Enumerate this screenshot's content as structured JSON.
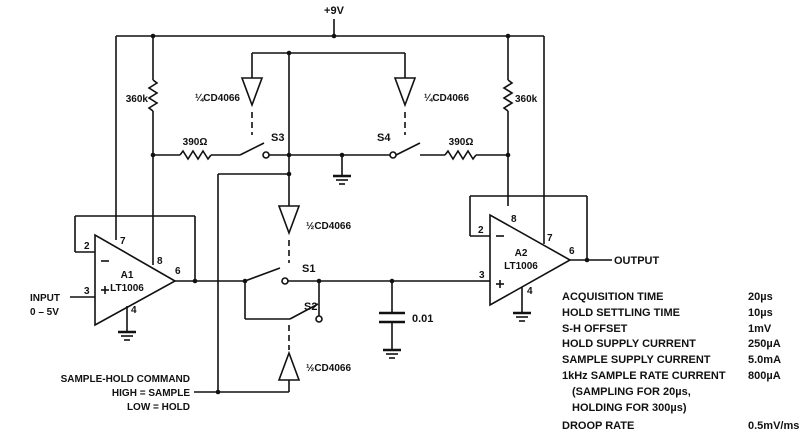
{
  "supply": {
    "label": "+9V"
  },
  "amplifiers": [
    {
      "designator": "A1",
      "part": "LT1006",
      "pins": {
        "inv": "2",
        "noninv": "3",
        "vplus": "7",
        "vminus": "4",
        "out": "6",
        "extra": "8"
      }
    },
    {
      "designator": "A2",
      "part": "LT1006",
      "pins": {
        "inv": "2",
        "noninv": "3",
        "vplus": "7",
        "vminus": "4",
        "out": "6",
        "extra": "8"
      }
    }
  ],
  "components": {
    "r_left": "360k",
    "r_right": "360k",
    "r_series_left": "390Ω",
    "r_series_right": "390Ω",
    "cap": "0.01",
    "buf_s3": "¼CD4066",
    "buf_s4": "¼CD4066",
    "buf_s1": "½CD4066",
    "buf_s2": "½CD4066"
  },
  "switches": {
    "s1": "S1",
    "s2": "S2",
    "s3": "S3",
    "s4": "S4"
  },
  "io": {
    "input_label": "INPUT",
    "input_range": "0 – 5V",
    "output_label": "OUTPUT",
    "cmd_title": "SAMPLE-HOLD COMMAND",
    "cmd_high": "HIGH = SAMPLE",
    "cmd_low": "LOW = HOLD"
  },
  "specs": [
    {
      "name": "ACQUISITION TIME",
      "value": "20µs"
    },
    {
      "name": "HOLD SETTLING TIME",
      "value": "10µs"
    },
    {
      "name": "S-H OFFSET",
      "value": "1mV"
    },
    {
      "name": "HOLD SUPPLY CURRENT",
      "value": "250µA"
    },
    {
      "name": "SAMPLE SUPPLY CURRENT",
      "value": "5.0mA"
    },
    {
      "name": "1kHz SAMPLE RATE CURRENT",
      "value": "800µA"
    }
  ],
  "spec_notes": [
    "(SAMPLING FOR 20µs,",
    "HOLDING FOR 300µs)"
  ],
  "spec_droop": {
    "name": "DROOP RATE",
    "value": "0.5mV/ms"
  }
}
